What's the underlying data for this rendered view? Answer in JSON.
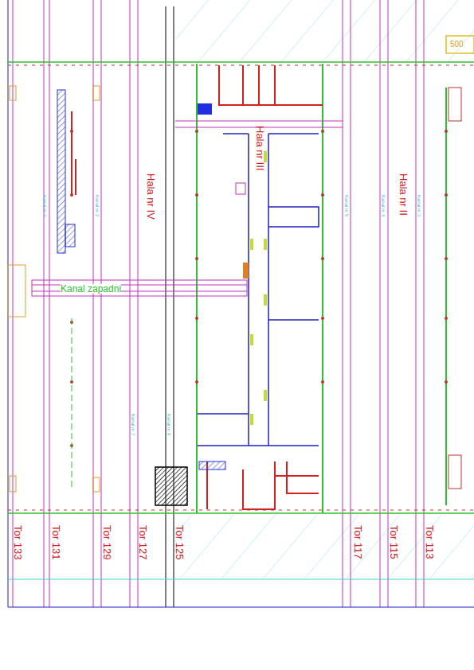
{
  "diagram": {
    "labels": [
      "Hala nr IV",
      "Hala nr III",
      "Hala nr II",
      "Kanal zapadni",
      "Tor 133",
      "Tor 131",
      "Tor 129",
      "Tor 127",
      "Tor 125",
      "Tor 117",
      "Tor 115",
      "Tor 113",
      "Kanal nr 3",
      "Kanal nr 2",
      "Kanal nr 7",
      "Kanal nr 6",
      "Kanal nr 5",
      "Kanal nr 4",
      "Kanal nr 3",
      "500"
    ]
  }
}
